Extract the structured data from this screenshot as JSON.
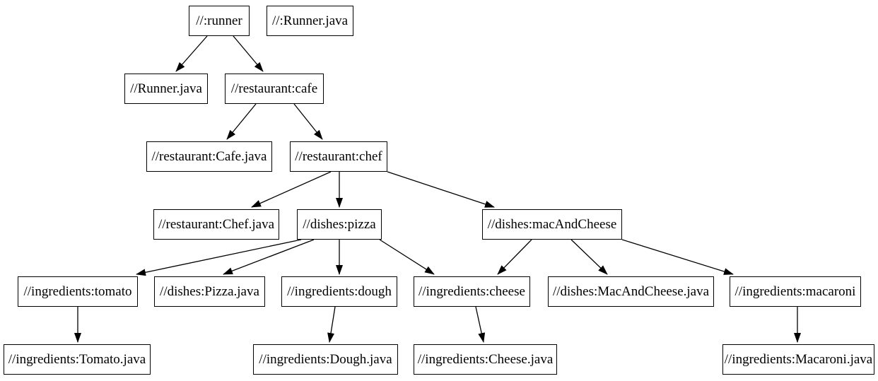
{
  "diagram": {
    "type": "dependency-graph",
    "background_color": "#ffffff",
    "node_fill_color": "#ffffff",
    "node_border_color": "#000000",
    "edge_color": "#000000",
    "text_color": "#000000"
  },
  "nodes": [
    {
      "id": "runner",
      "label": "//:runner"
    },
    {
      "id": "runner-java-root",
      "label": "//:Runner.java"
    },
    {
      "id": "runner-java",
      "label": "//Runner.java"
    },
    {
      "id": "cafe",
      "label": "//restaurant:cafe"
    },
    {
      "id": "cafe-java",
      "label": "//restaurant:Cafe.java"
    },
    {
      "id": "chef",
      "label": "//restaurant:chef"
    },
    {
      "id": "chef-java",
      "label": "//restaurant:Chef.java"
    },
    {
      "id": "pizza",
      "label": "//dishes:pizza"
    },
    {
      "id": "mac-and-cheese",
      "label": "//dishes:macAndCheese"
    },
    {
      "id": "tomato",
      "label": "//ingredients:tomato"
    },
    {
      "id": "pizza-java",
      "label": "//dishes:Pizza.java"
    },
    {
      "id": "dough",
      "label": "//ingredients:dough"
    },
    {
      "id": "cheese",
      "label": "//ingredients:cheese"
    },
    {
      "id": "mac-and-cheese-java",
      "label": "//dishes:MacAndCheese.java"
    },
    {
      "id": "macaroni",
      "label": "//ingredients:macaroni"
    },
    {
      "id": "tomato-java",
      "label": "//ingredients:Tomato.java"
    },
    {
      "id": "dough-java",
      "label": "//ingredients:Dough.java"
    },
    {
      "id": "cheese-java",
      "label": "//ingredients:Cheese.java"
    },
    {
      "id": "macaroni-java",
      "label": "//ingredients:Macaroni.java"
    }
  ],
  "edges": [
    {
      "from": "runner",
      "to": "runner-java"
    },
    {
      "from": "runner",
      "to": "cafe"
    },
    {
      "from": "cafe",
      "to": "cafe-java"
    },
    {
      "from": "cafe",
      "to": "chef"
    },
    {
      "from": "chef",
      "to": "chef-java"
    },
    {
      "from": "chef",
      "to": "pizza"
    },
    {
      "from": "chef",
      "to": "mac-and-cheese"
    },
    {
      "from": "pizza",
      "to": "tomato"
    },
    {
      "from": "pizza",
      "to": "pizza-java"
    },
    {
      "from": "pizza",
      "to": "dough"
    },
    {
      "from": "pizza",
      "to": "cheese"
    },
    {
      "from": "mac-and-cheese",
      "to": "cheese"
    },
    {
      "from": "mac-and-cheese",
      "to": "mac-and-cheese-java"
    },
    {
      "from": "mac-and-cheese",
      "to": "macaroni"
    },
    {
      "from": "tomato",
      "to": "tomato-java"
    },
    {
      "from": "dough",
      "to": "dough-java"
    },
    {
      "from": "cheese",
      "to": "cheese-java"
    },
    {
      "from": "macaroni",
      "to": "macaroni-java"
    }
  ]
}
